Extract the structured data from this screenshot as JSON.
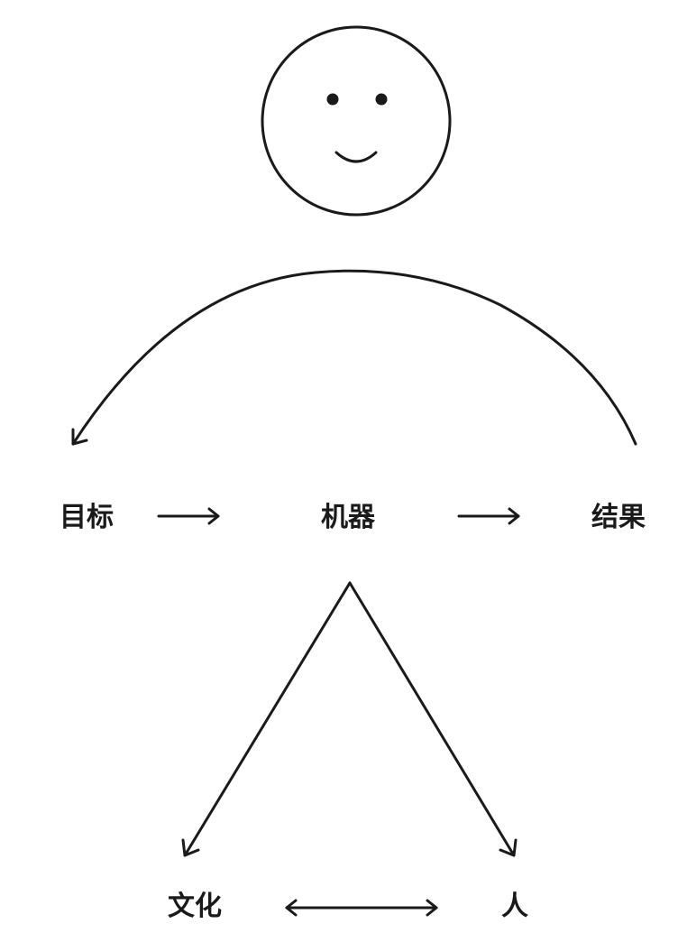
{
  "diagram": {
    "nodes": {
      "goal": "目标",
      "machine": "机器",
      "result": "结果",
      "culture": "文化",
      "person": "人"
    },
    "icons": {
      "face": "smiley-face-icon"
    },
    "colors": {
      "ink": "#1a1a1a",
      "background": "#ffffff"
    }
  }
}
